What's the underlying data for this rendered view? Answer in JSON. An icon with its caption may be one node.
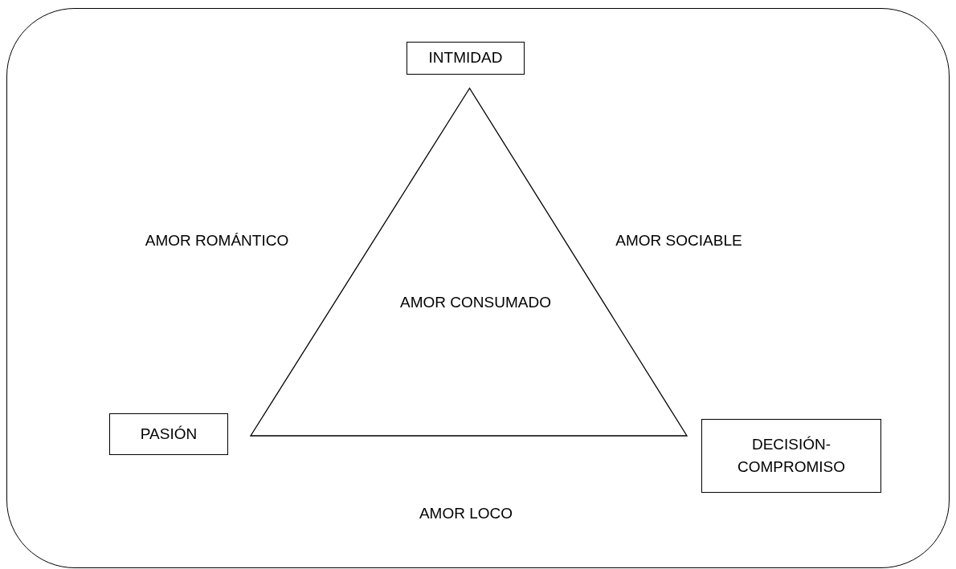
{
  "diagram": {
    "nodes": [
      {
        "text": [],
        "shape": "box"
      },
      {
        "text": [
          "INTMIDAD"
        ],
        "in": 0
      },
      {
        "text": [
          "AMOR CONSUMADO"
        ],
        "in": 0
      },
      {
        "text": [
          "PASIÓN"
        ],
        "in": 0
      },
      {
        "text": [
          "DECISIÓN-COMPROMISO"
        ],
        "in": 0
      }
    ],
    "labels": [
      "AMOR ROMÁNTICO",
      "AMOR SOCIABLE",
      "AMOR LOCO"
    ]
  }
}
